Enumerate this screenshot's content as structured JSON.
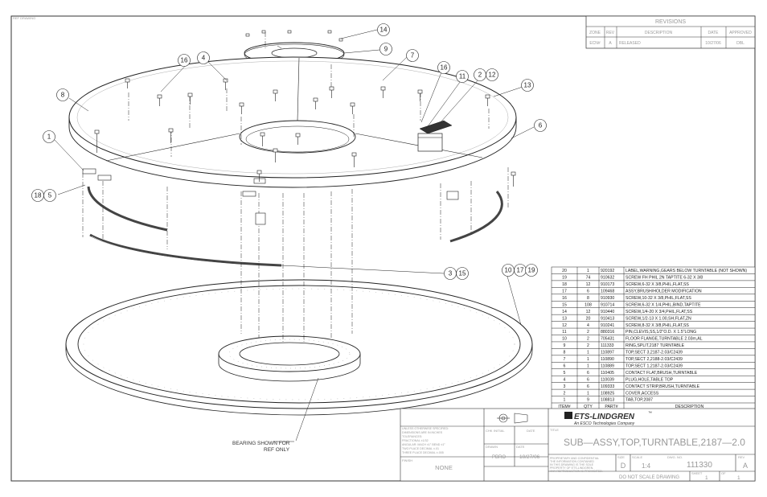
{
  "sheet": {
    "corner_label": "REF DRAWING",
    "revision_block": {
      "title": "REVISIONS",
      "headers": [
        "ZONE",
        "REV",
        "DESCRIPTION",
        "DATE",
        "APPROVED"
      ],
      "row": [
        "ECN#",
        "A",
        "RELEASED",
        "10/27/06",
        "DBL"
      ]
    }
  },
  "callouts": [
    {
      "id": "callout-14",
      "label": "14"
    },
    {
      "id": "callout-9",
      "label": "9"
    },
    {
      "id": "callout-7",
      "label": "7"
    },
    {
      "id": "callout-16-left",
      "label": "16"
    },
    {
      "id": "callout-4",
      "label": "4"
    },
    {
      "id": "callout-16-right",
      "label": "16"
    },
    {
      "id": "callout-11",
      "label": "11"
    },
    {
      "id": "callout-2",
      "label": "2"
    },
    {
      "id": "callout-12",
      "label": "12"
    },
    {
      "id": "callout-13",
      "label": "13"
    },
    {
      "id": "callout-8",
      "label": "8"
    },
    {
      "id": "callout-6",
      "label": "6"
    },
    {
      "id": "callout-1",
      "label": "1"
    },
    {
      "id": "callout-18",
      "label": "18"
    },
    {
      "id": "callout-5",
      "label": "5"
    },
    {
      "id": "callout-3",
      "label": "3"
    },
    {
      "id": "callout-15",
      "label": "15"
    },
    {
      "id": "callout-10",
      "label": "10"
    },
    {
      "id": "callout-17",
      "label": "17"
    },
    {
      "id": "callout-19",
      "label": "19"
    }
  ],
  "bearing_note": {
    "line1": "BEARING SHOWN FOR",
    "line2": "REF ONLY"
  },
  "bom": {
    "headers": [
      "ITEM#",
      "QTY",
      "PART#",
      "DESCRIPTION"
    ],
    "rows": [
      [
        "20",
        "1",
        "920192",
        "LABEL,WARNING,GEARS BELOW TURNTABLE (NOT SHOWN)"
      ],
      [
        "19",
        "74",
        "910632",
        "SCREW FH PHIL 2N TAPTITE 6-32 X 3/8"
      ],
      [
        "18",
        "12",
        "910173",
        "SCREW,6-32 X 3/8,PHIL,FLAT,SS"
      ],
      [
        "17",
        "6",
        "109468",
        "ASSY,BRUSH/HOLDER MODIFICATION"
      ],
      [
        "16",
        "8",
        "910930",
        "SCREW,10-32 X 3/8,PHIL,FLAT,SS"
      ],
      [
        "15",
        "108",
        "910714",
        "SCREW,6-32 X 1/4,PHIL,BIND,TAPTITE"
      ],
      [
        "14",
        "12",
        "910440",
        "SCREW,1/4-20 X 3/4,PHIL,FLAT,SS"
      ],
      [
        "13",
        "20",
        "910413",
        "SCREW,1/2-13 X 1.00,SH,FLAT,ZN"
      ],
      [
        "12",
        "4",
        "910241",
        "SCREW,8-32 X 3/8,PHIL,FLAT,SS"
      ],
      [
        "11",
        "2",
        "880316",
        "PIN,CLEVIS,SS,1/2\"O.D. X 1.5\"LONG"
      ],
      [
        "10",
        "2",
        "705431",
        "FLOOR FLANGE,TURNTABLE 2.03m,AL"
      ],
      [
        "9",
        "2",
        "111333",
        "RING,SPLIT,2187 TURNTABLE"
      ],
      [
        "8",
        "1",
        "110897",
        "TOP,SECT 3,2187-2.03/C2439"
      ],
      [
        "7",
        "1",
        "110890",
        "TOP,SECT 2,2188-2.03/C2439"
      ],
      [
        "6",
        "1",
        "110889",
        "TOP,SECT 1,2187-2.03/C2439"
      ],
      [
        "5",
        "6",
        "110405",
        "CONTACT FLAT,BRUSH,TURNTABLE"
      ],
      [
        "4",
        "6",
        "110039",
        "PLUG,HOLE,TABLE TOP"
      ],
      [
        "3",
        "6",
        "109333",
        "CONTACT STRIP,BRUSH,TURNTABLE"
      ],
      [
        "2",
        "1",
        "108925",
        "COVER,ACCESS"
      ],
      [
        "1",
        "9",
        "108813",
        "TAB,TOP,2087"
      ]
    ]
  },
  "title_block": {
    "company": "ETS-LINDGREN",
    "tm": "™",
    "subtitle": "An ESCO Technologies Company",
    "title_label": "TITLE",
    "title": "SUB—ASSY,TOP,TURNTABLE,2187—2.0",
    "drawn_label": "DRAWN",
    "drawn_value": "PBRO",
    "date_label": "DATE",
    "date_value": "10/27/06",
    "finish_label": "FINISH",
    "finish_value": "NONE",
    "size_label": "SIZE",
    "size_value": "D",
    "scale_label": "SCALE",
    "scale_value": "1:4",
    "dwg_label": "DWG. NO.",
    "dwg_value": "111330",
    "rev_label": "REV",
    "rev_value": "A",
    "do_not_scale": "DO NOT SCALE DRAWING",
    "sheet_label": "SHEET",
    "sheet_value": "1",
    "of_label": "OF",
    "of_value": "1",
    "tolerance_note": [
      "UNLESS OTHERWISE SPECIFIED:",
      "DIMENSIONS ARE IN INCHES",
      "TOLERANCES:",
      "FRACTIONAL ±1/32",
      "ANGULAR: MACH ±1°  BEND ±1°",
      "TWO PLACE DECIMAL ±.01",
      "THREE PLACE DECIMAL ±.005"
    ],
    "proprietary_note": [
      "PROPRIETARY AND CONFIDENTIAL",
      "THE INFORMATION CONTAINED",
      "IN THIS DRAWING IS THE SOLE",
      "PROPERTY OF ETS-LINDGREN.",
      "ANY REPRODUCTION IS PROHIBITED."
    ],
    "approval_labels": [
      "CHK",
      "INITIAL",
      "DATE"
    ]
  }
}
